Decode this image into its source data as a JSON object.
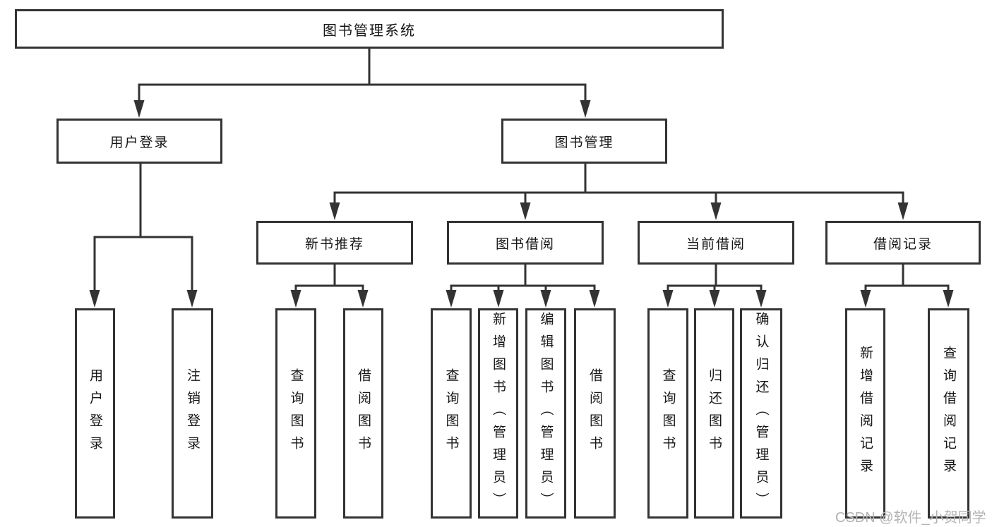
{
  "diagram_title": "图书管理系统",
  "nodes": [
    {
      "id": "root",
      "label": "图书管理系统",
      "level": 1,
      "parent": null
    },
    {
      "id": "user-login",
      "label": "用户登录",
      "level": 2,
      "parent": "root"
    },
    {
      "id": "book-mgmt",
      "label": "图书管理",
      "level": 2,
      "parent": "root"
    },
    {
      "id": "new-book-rec",
      "label": "新书推荐",
      "level": 3,
      "parent": "book-mgmt"
    },
    {
      "id": "book-borrow",
      "label": "图书借阅",
      "level": 3,
      "parent": "book-mgmt"
    },
    {
      "id": "current-borrow",
      "label": "当前借阅",
      "level": 3,
      "parent": "book-mgmt"
    },
    {
      "id": "borrow-records",
      "label": "借阅记录",
      "level": 3,
      "parent": "book-mgmt"
    },
    {
      "id": "leaf-user-login",
      "label": "用户登录",
      "level": 4,
      "parent": "user-login"
    },
    {
      "id": "leaf-logout",
      "label": "注销登录",
      "level": 4,
      "parent": "user-login"
    },
    {
      "id": "leaf-query-books-1",
      "label": "查询图书",
      "level": 4,
      "parent": "new-book-rec"
    },
    {
      "id": "leaf-borrow-books-1",
      "label": "借阅图书",
      "level": 4,
      "parent": "new-book-rec"
    },
    {
      "id": "leaf-query-books-2",
      "label": "查询图书",
      "level": 4,
      "parent": "book-borrow"
    },
    {
      "id": "leaf-add-books",
      "label": "新增图书（管理员）",
      "level": 4,
      "parent": "book-borrow"
    },
    {
      "id": "leaf-edit-books",
      "label": "编辑图书（管理员）",
      "level": 4,
      "parent": "book-borrow"
    },
    {
      "id": "leaf-borrow-books-2",
      "label": "借阅图书",
      "level": 4,
      "parent": "book-borrow"
    },
    {
      "id": "leaf-query-books-3",
      "label": "查询图书",
      "level": 4,
      "parent": "current-borrow"
    },
    {
      "id": "leaf-return-books",
      "label": "归还图书",
      "level": 4,
      "parent": "current-borrow"
    },
    {
      "id": "leaf-confirm-return",
      "label": "确认归还（管理员）",
      "level": 4,
      "parent": "current-borrow"
    },
    {
      "id": "leaf-add-borrow-record",
      "label": "新增借阅记录",
      "level": 4,
      "parent": "borrow-records"
    },
    {
      "id": "leaf-query-borrow-record",
      "label": "查询借阅记录",
      "level": 4,
      "parent": "borrow-records"
    }
  ],
  "watermark": {
    "text": "CSDN @软件_小贺同学"
  },
  "colors": {
    "line": "#333333",
    "box_border": "#333333",
    "text": "#161616",
    "watermark": "#b3b3b3",
    "background": "#ffffff"
  }
}
